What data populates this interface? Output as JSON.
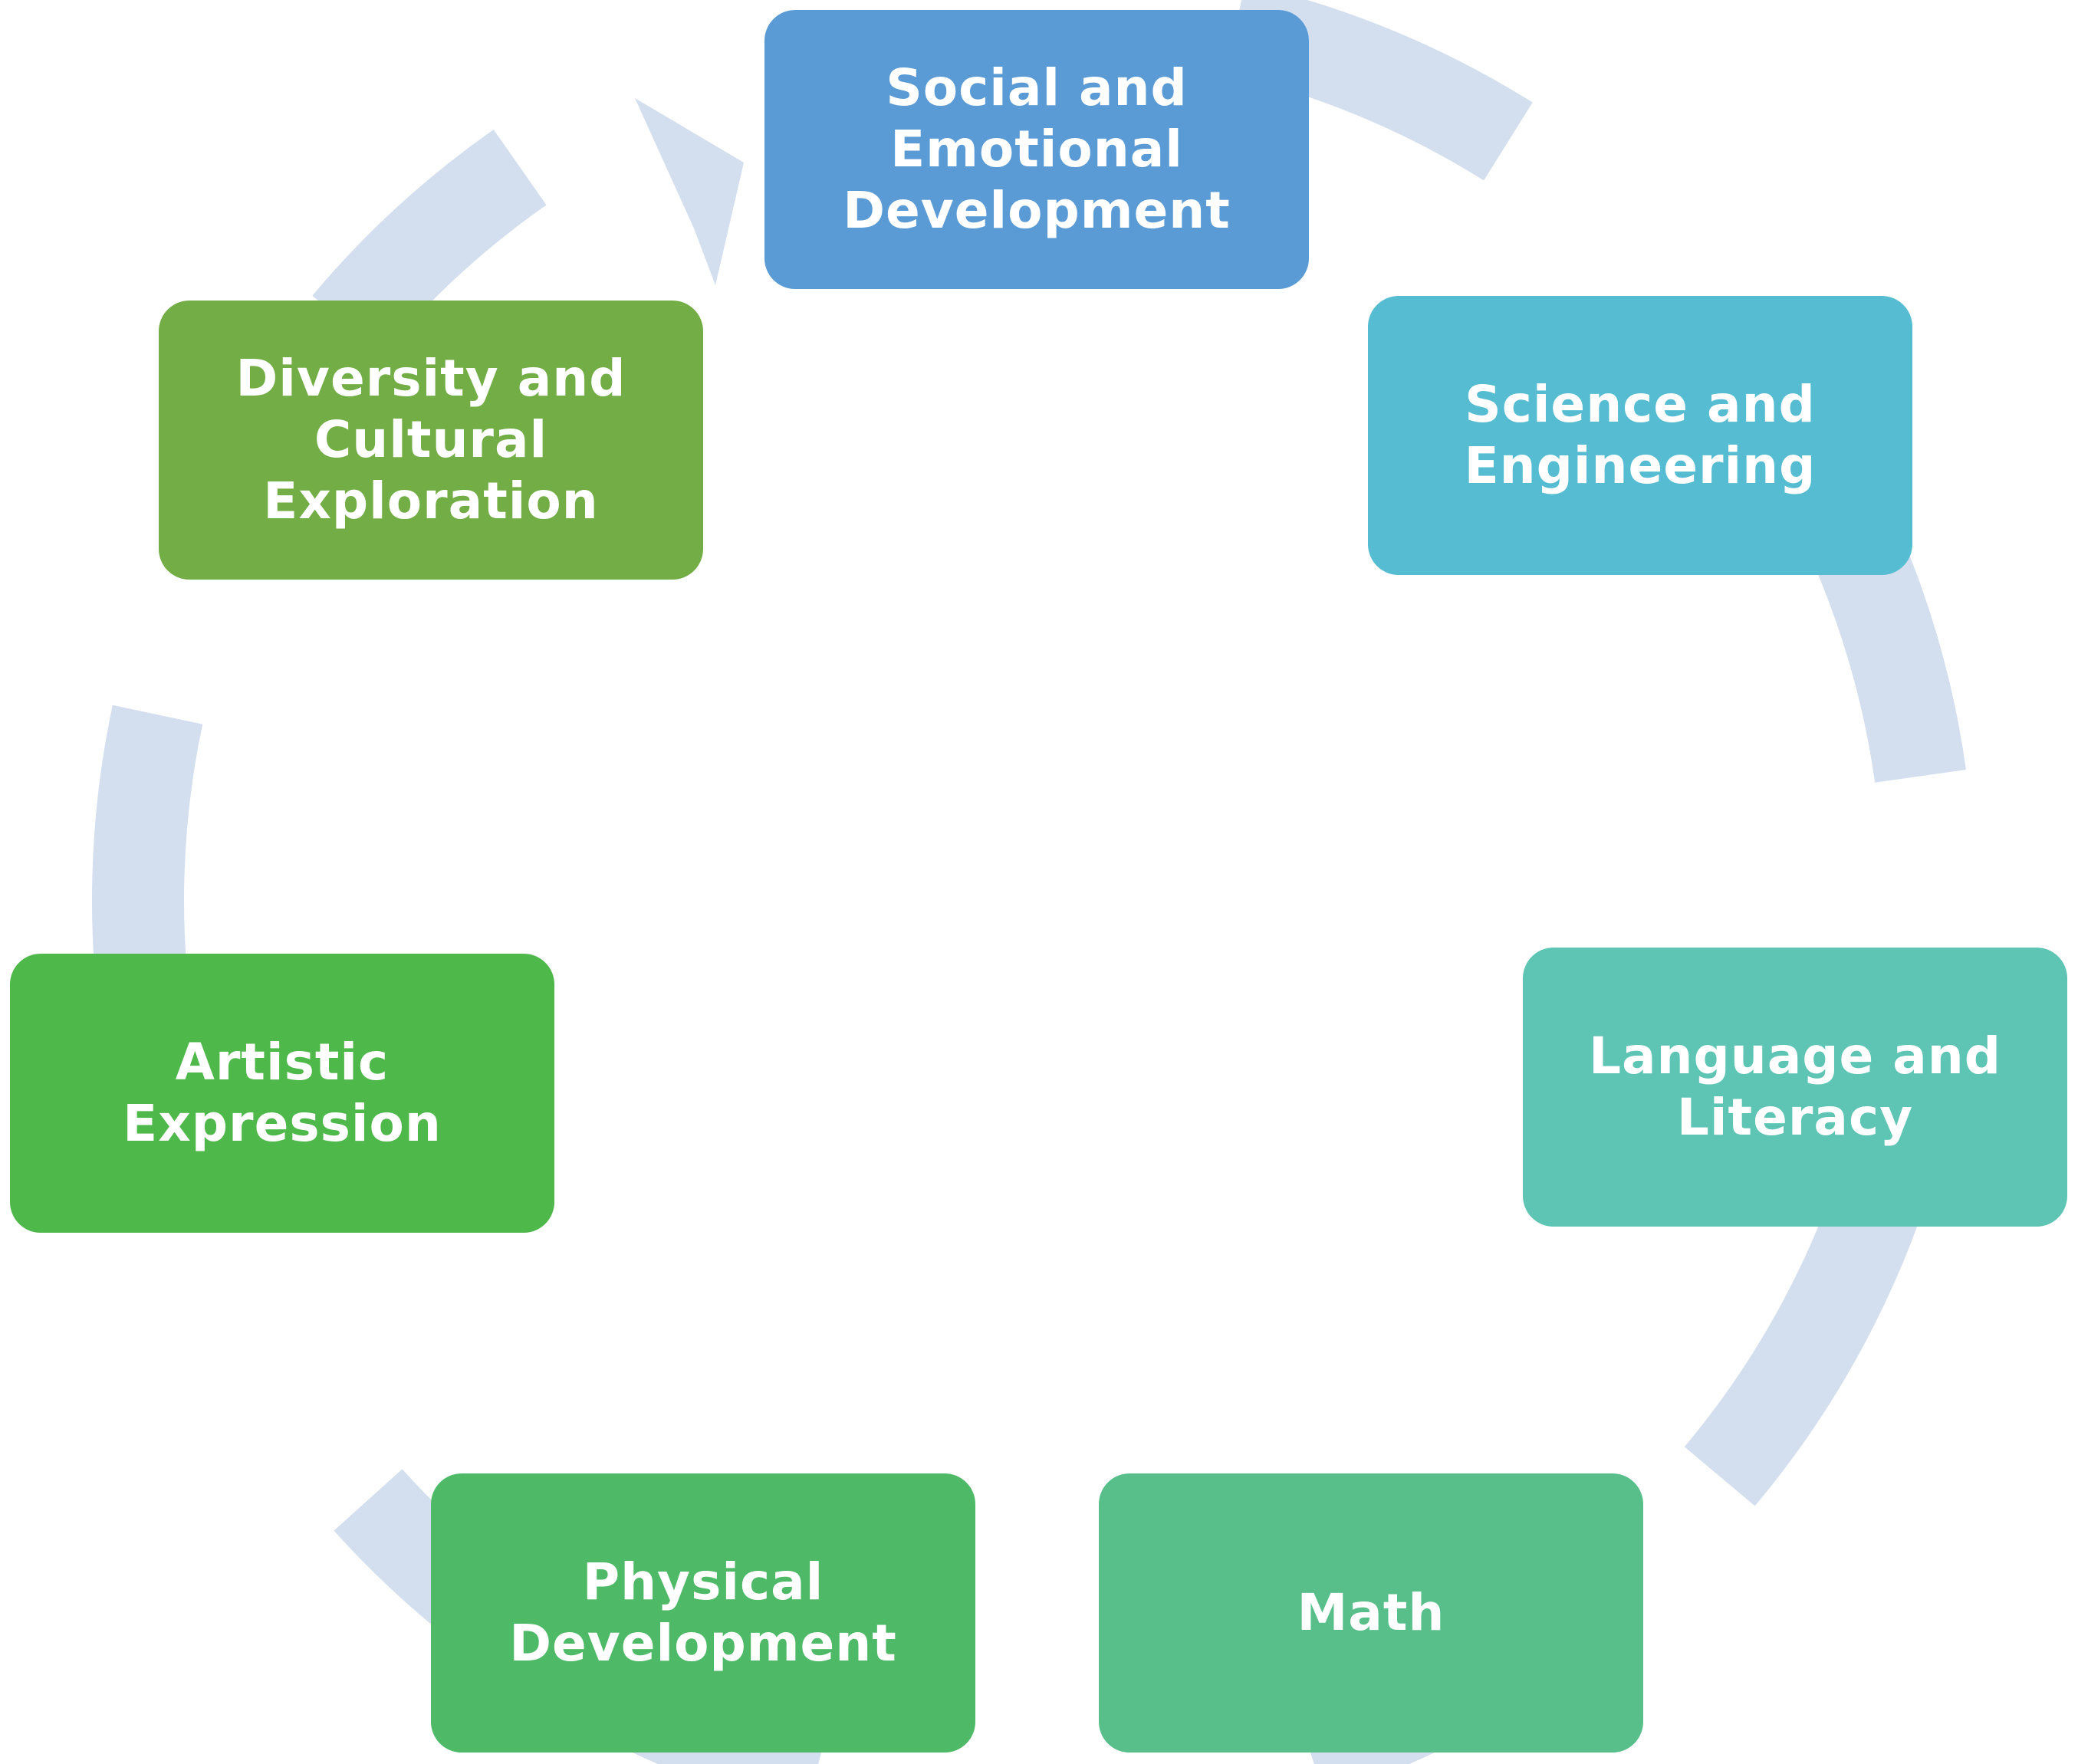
{
  "colors": {
    "ring": "#d3deef",
    "background": "#ffffff"
  },
  "nodes": [
    {
      "id": "social-emotional",
      "label": "Social and Emotional Development",
      "color": "#5b9bd5"
    },
    {
      "id": "science-engineering",
      "label": "Science and Engineering",
      "color": "#55bcd2"
    },
    {
      "id": "language-literacy",
      "label": "Language and Literacy",
      "color": "#5ec4b4"
    },
    {
      "id": "math",
      "label": "Math",
      "color": "#58bf8b"
    },
    {
      "id": "physical-development",
      "label": "Physical Development",
      "color": "#4eb966"
    },
    {
      "id": "artistic-expression",
      "label": "Artistic Expression",
      "color": "#4fb84a"
    },
    {
      "id": "diversity-cultural",
      "label": "Diversity and Cultural Exploration",
      "color": "#72ad45"
    }
  ]
}
